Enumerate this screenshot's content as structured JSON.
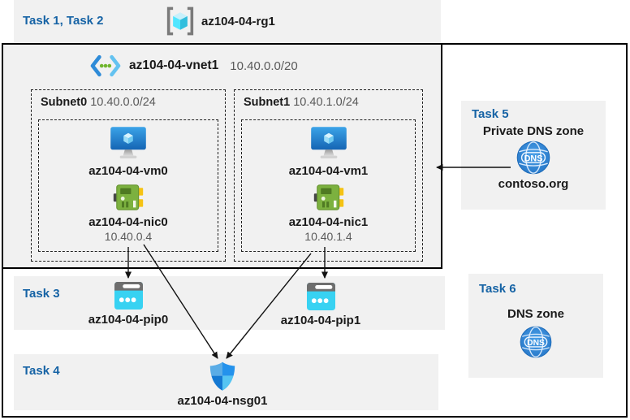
{
  "colors": {
    "task_label_blue": "#1663A5",
    "panel_gray": "#F1F1F1",
    "frame_black": "#000000",
    "text_black": "#1A1A1A",
    "muted_gray": "#595959",
    "pip_cyan": "#38D2F2",
    "dns_blue": "#2E86D8",
    "nic_green": "#7CB13F",
    "vm_blue": "#1E79CC"
  },
  "header": {
    "tasks_label": "Task 1, Task 2",
    "resource_group": "az104-04-rg1"
  },
  "vnet": {
    "name": "az104-04-vnet1",
    "cidr": "10.40.0.0/20",
    "subnets": [
      {
        "name": "Subnet0",
        "cidr": "10.40.0.0/24",
        "vm": "az104-04-vm0",
        "nic": "az104-04-nic0",
        "ip": "10.40.0.4"
      },
      {
        "name": "Subnet1",
        "cidr": "10.40.1.0/24",
        "vm": "az104-04-vm1",
        "nic": "az104-04-nic1",
        "ip": "10.40.1.4"
      }
    ]
  },
  "task3": {
    "label": "Task 3",
    "pip0": "az104-04-pip0",
    "pip1": "az104-04-pip1"
  },
  "task4": {
    "label": "Task 4",
    "nsg": "az104-04-nsg01"
  },
  "task5": {
    "label": "Task 5",
    "title": "Private DNS zone",
    "zone": "contoso.org",
    "dns_icon_text": "DNS"
  },
  "task6": {
    "label": "Task 6",
    "title": "DNS zone",
    "dns_icon_text": "DNS"
  },
  "icons": [
    "resource-group-icon",
    "vnet-icon",
    "vm-icon",
    "nic-icon",
    "public-ip-icon",
    "nsg-shield-icon",
    "dns-icon"
  ]
}
